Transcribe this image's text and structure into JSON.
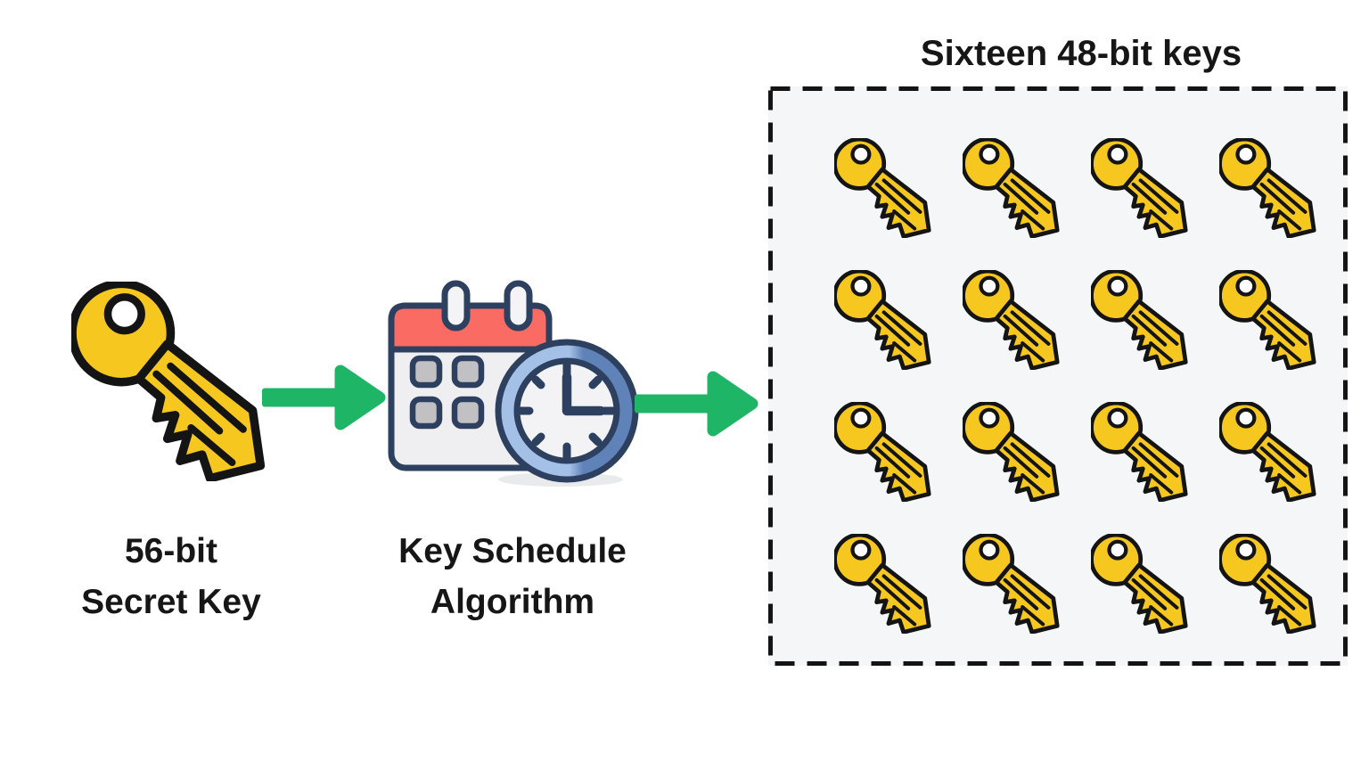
{
  "diagram": {
    "title": "Sixteen 48-bit keys",
    "input_node": {
      "icon": "key-icon",
      "label_line1": "56-bit",
      "label_line2": "Secret Key"
    },
    "process_node": {
      "icon": "calendar-clock-icon",
      "label_line1": "Key Schedule",
      "label_line2": "Algorithm",
      "clock_time_shown": "3:00"
    },
    "output_node": {
      "icon": "key-grid",
      "key_count": 16,
      "grid_rows": 4,
      "grid_cols": 4
    },
    "connectors": [
      {
        "from": "input",
        "to": "process",
        "icon": "arrow-right-icon"
      },
      {
        "from": "process",
        "to": "output",
        "icon": "arrow-right-icon"
      }
    ],
    "colors": {
      "key_yellow": "#F5C71F",
      "outline_dark": "#141414",
      "arrow_green": "#1EB567",
      "calendar_red": "#F96B63",
      "icon_navy": "#2E405F",
      "calendar_body": "#EFEFF1",
      "calendar_cell": "#C1C1C3",
      "clock_blue_light": "#A5C0E6",
      "clock_blue_dark": "#5F82B8",
      "clock_face": "#F3F3F5",
      "box_bg": "#F5F6F8",
      "text_color": "#161616",
      "canvas_bg": "#FFFFFF"
    }
  }
}
